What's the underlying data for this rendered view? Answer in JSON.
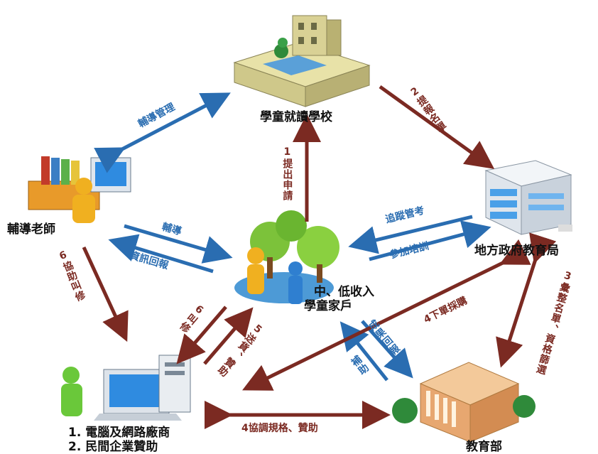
{
  "nodes": {
    "school": "學童就讀學校",
    "teacher": "輔導老師",
    "bureau": "地方政府教育局",
    "family_line1": "中、低收入",
    "family_line2": "學童家戶",
    "vendor_line1": "1. 電腦及網路廠商",
    "vendor_line2": "2. 民間企業贊助",
    "ministry": "教育部"
  },
  "arrows": {
    "guidance_mgmt": "輔導管理",
    "apply": "1提出申請",
    "submit_list": "2提報名單",
    "consolidate": "3彙整名單、資格篩選",
    "purchase": "4下單採購",
    "coordinate": "4協調規格、贊助",
    "deliver": "5送貨、贊助",
    "repair_call": "6叫修",
    "assist_repair": "6協助叫修",
    "guide": "輔導",
    "info_report": "資訊回報",
    "track": "追蹤管考",
    "training": "參加培訓",
    "results": "成果回報",
    "subsidy": "補助"
  },
  "colors": {
    "blue_arrow": "#2a6db1",
    "red_arrow": "#7b2a22"
  }
}
